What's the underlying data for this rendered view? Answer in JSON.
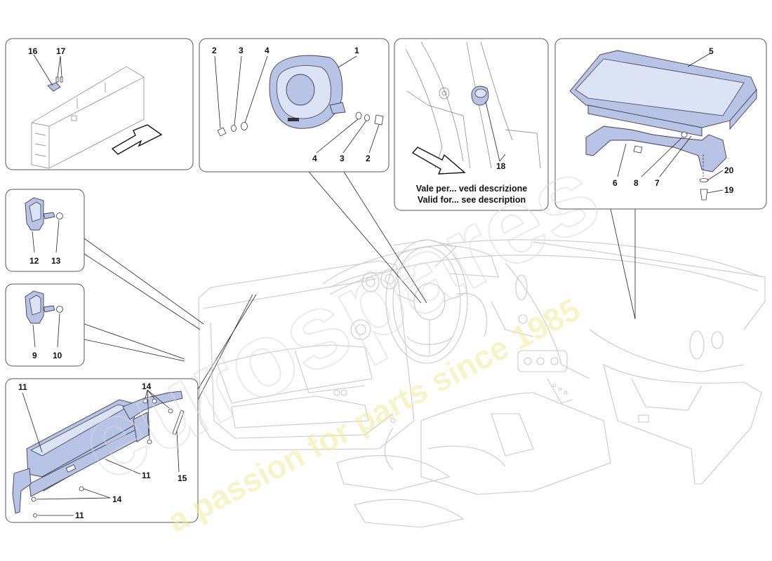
{
  "diagram": {
    "note_line1": "Vale per... vedi descrizione",
    "note_line2": "Valid for... see description",
    "watermark_main": "eurospares",
    "watermark_tagline": "a passion for parts since 1985",
    "labels": {
      "p16": "16",
      "p17": "17",
      "p2a": "2",
      "p3a": "3",
      "p4a": "4",
      "p1": "1",
      "p4b": "4",
      "p3b": "3",
      "p2b": "2",
      "p18": "18",
      "p5": "5",
      "p6": "6",
      "p8": "8",
      "p7": "7",
      "p20": "20",
      "p19": "19",
      "p12": "12",
      "p13": "13",
      "p9": "9",
      "p10": "10",
      "p11a": "11",
      "p14a": "14",
      "p11b": "11",
      "p15": "15",
      "p14b": "14",
      "p11c": "11"
    }
  }
}
